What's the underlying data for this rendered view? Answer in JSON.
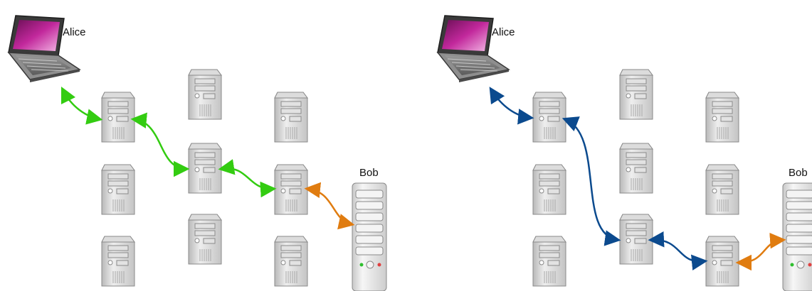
{
  "colors": {
    "path_green": "#33cc11",
    "path_blue": "#0b4a8e",
    "path_orange": "#e07c10",
    "server_body": "#cfcfcf",
    "laptop_screen": "#b0198a"
  },
  "panels": [
    {
      "alice_label": "Alice",
      "bob_label": "Bob",
      "path_color": "path_green",
      "server_icon": "server-icon",
      "laptop_icon": "laptop-icon",
      "tower_icon": "tower-server-icon"
    },
    {
      "alice_label": "Alice",
      "bob_label": "Bob",
      "path_color": "path_blue",
      "server_icon": "server-icon",
      "laptop_icon": "laptop-icon",
      "tower_icon": "tower-server-icon"
    }
  ]
}
